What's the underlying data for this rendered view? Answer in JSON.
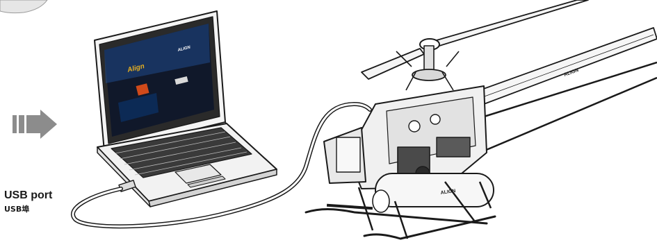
{
  "labels": {
    "usb_port_en": "USB port",
    "usb_port_cn": "USB埠"
  },
  "screen": {
    "logo": "Align",
    "brand": "ALIGN"
  },
  "heli": {
    "boom_text": "ALIGN",
    "tank_text": "ALIGN"
  },
  "colors": {
    "line": "#1a1a1a",
    "arrow": "#8c8c8c",
    "screen_bg": "#10182a",
    "screen_glow": "#1f4a8a",
    "accent": "#d04a1a",
    "logo": "#e8b020"
  }
}
